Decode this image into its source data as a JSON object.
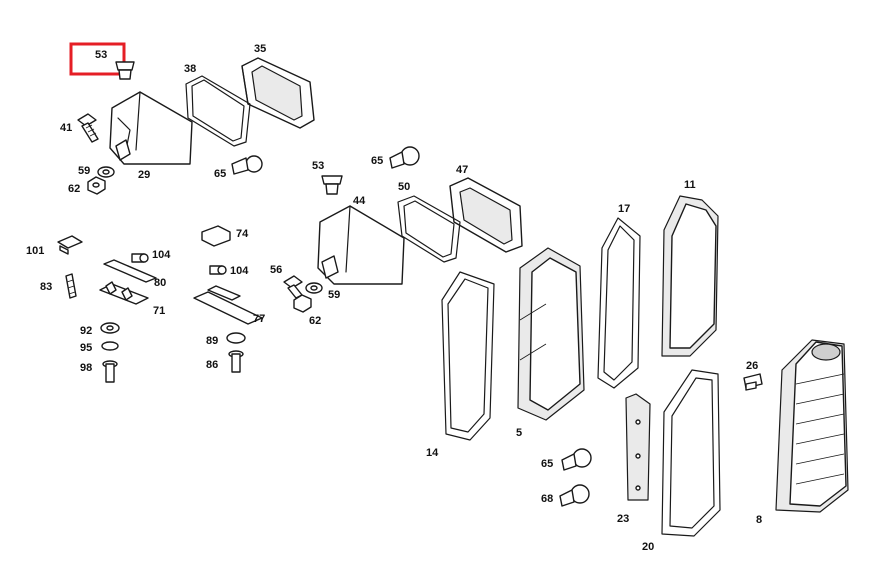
{
  "highlight": {
    "label": "53",
    "color": "#e51e25"
  },
  "callouts": {
    "c53a": "53",
    "c35": "35",
    "c38": "38",
    "c41": "41",
    "c29": "29",
    "c59a": "59",
    "c62a": "62",
    "c65a": "65",
    "c65b": "65",
    "c53b": "53",
    "c47": "47",
    "c50": "50",
    "c44": "44",
    "c101": "101",
    "c104a": "104",
    "c74": "74",
    "c104b": "104",
    "c80": "80",
    "c83": "83",
    "c71": "71",
    "c56": "56",
    "c59b": "59",
    "c62b": "62",
    "c77": "77",
    "c92": "92",
    "c89": "89",
    "c95": "95",
    "c86": "86",
    "c98": "98",
    "c17": "17",
    "c11": "11",
    "c14": "14",
    "c5": "5",
    "c26": "26",
    "c65c": "65",
    "c68": "68",
    "c23": "23",
    "c20": "20",
    "c8": "8"
  }
}
